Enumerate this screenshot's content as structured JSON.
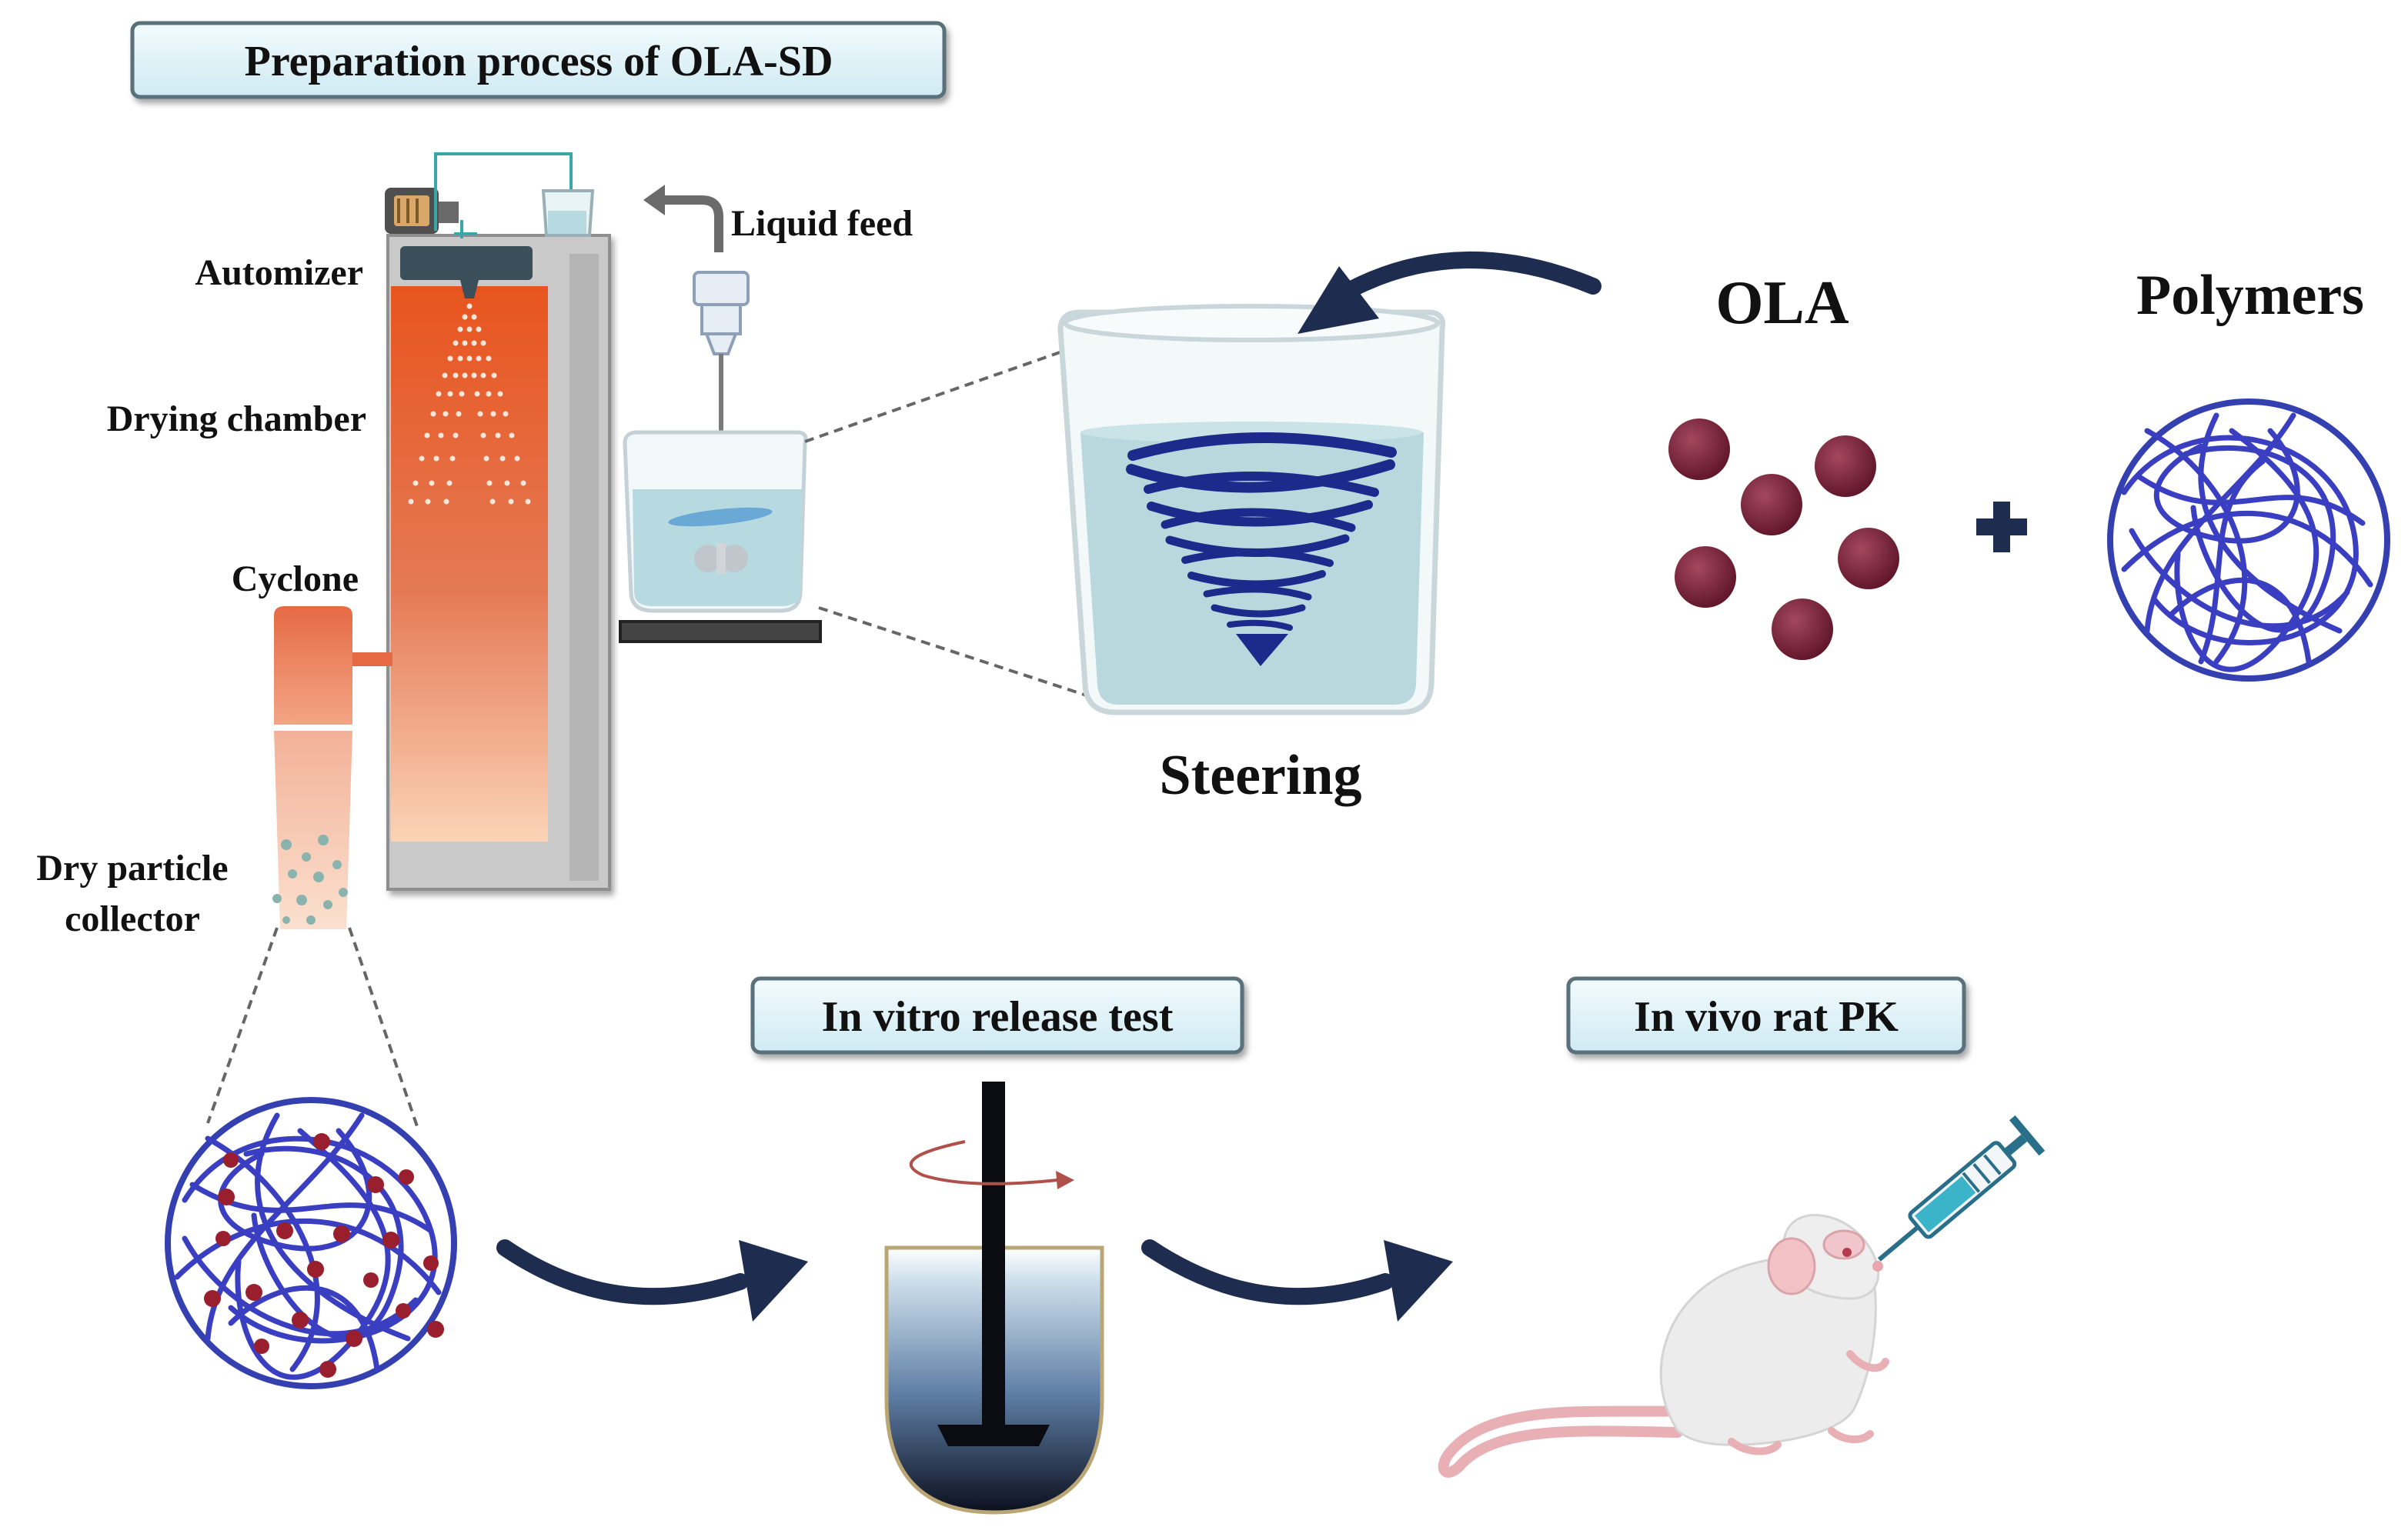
{
  "titles": {
    "preparation": "Preparation process of OLA-SD",
    "in_vitro": "In vitro release test",
    "in_vivo": "In vivo rat PK"
  },
  "labels": {
    "automizer": "Automizer",
    "drying_chamber": "Drying chamber",
    "cyclone": "Cyclone",
    "dry_particle_line1": "Dry particle",
    "dry_particle_line2": "collector",
    "liquid_feed": "Liquid feed",
    "steering": "Steering",
    "ola": "OLA",
    "polymers": "Polymers"
  },
  "colors": {
    "title_box_fill": "#e3f4f9",
    "title_box_border": "#5a6f7a",
    "dryer_top": "#e8541e",
    "dryer_bottom": "#f9c9a8",
    "frame": "#c9c9c9",
    "arrow": "#1e2d4f",
    "ola_particle": "#7a1f37",
    "polymer": "#3a3ec0",
    "water": "#b7d9e0"
  }
}
